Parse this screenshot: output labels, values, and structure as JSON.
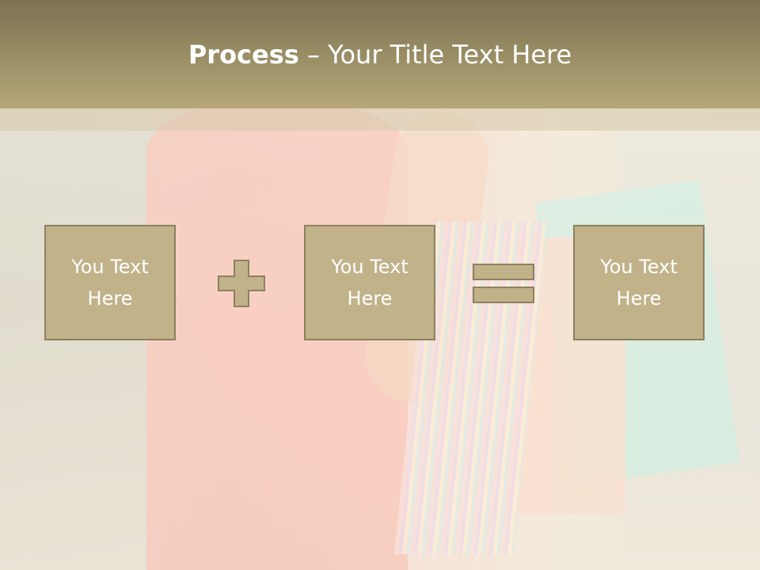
{
  "header": {
    "title_bold": "Process",
    "title_rest": " – Your Title Text Here"
  },
  "boxes": [
    {
      "text": "You Text\nHere"
    },
    {
      "text": "You Text\nHere"
    },
    {
      "text": "You Text\nHere"
    }
  ],
  "operators": [
    "plus-icon",
    "equals-icon"
  ],
  "colors": {
    "header_top": "#7c7152",
    "header_bottom": "#b5a77a",
    "box_fill": "#c2b28a",
    "box_border": "#8c8060",
    "operator_fill": "#c2b28a",
    "operator_stroke": "#8c8060",
    "text": "#ffffff"
  }
}
